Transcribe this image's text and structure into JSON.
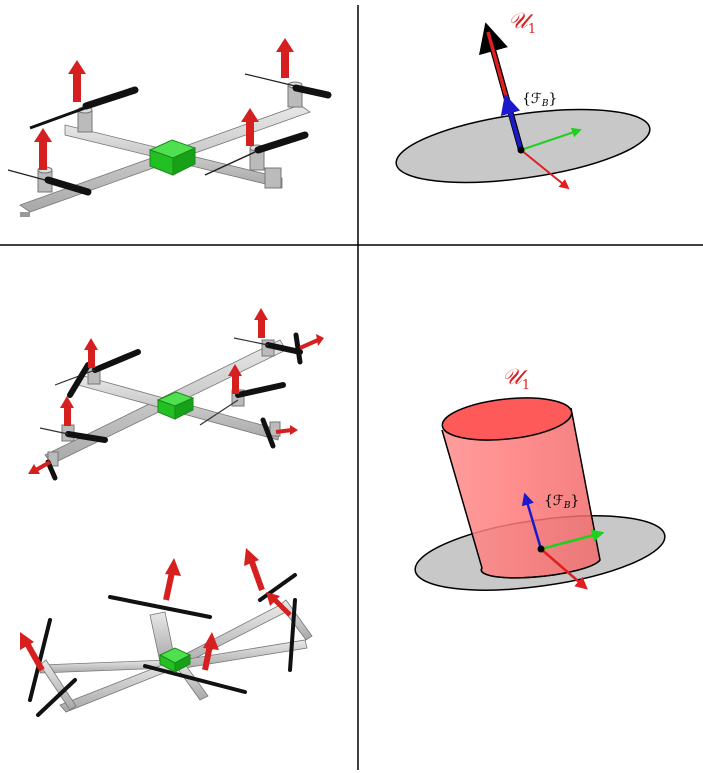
{
  "panels": {
    "top_right": {
      "input_set_label": "𝒰",
      "input_set_subscript": "1",
      "frame_label": "{ℱ",
      "frame_subscript": "B",
      "frame_close": "}"
    },
    "bottom_right": {
      "input_set_label": "𝒰",
      "input_set_subscript": "1",
      "frame_label": "{ℱ",
      "frame_subscript": "B",
      "frame_close": "}"
    }
  },
  "colors": {
    "thrust_arrow": "#d62020",
    "body_green": "#22c022",
    "frame_x": "#e02020",
    "frame_y": "#20d020",
    "frame_z": "#1a1acc",
    "disk_fill": "#c8c8c8",
    "cylinder_fill": "#ff7070",
    "label_red": "#e02020"
  }
}
